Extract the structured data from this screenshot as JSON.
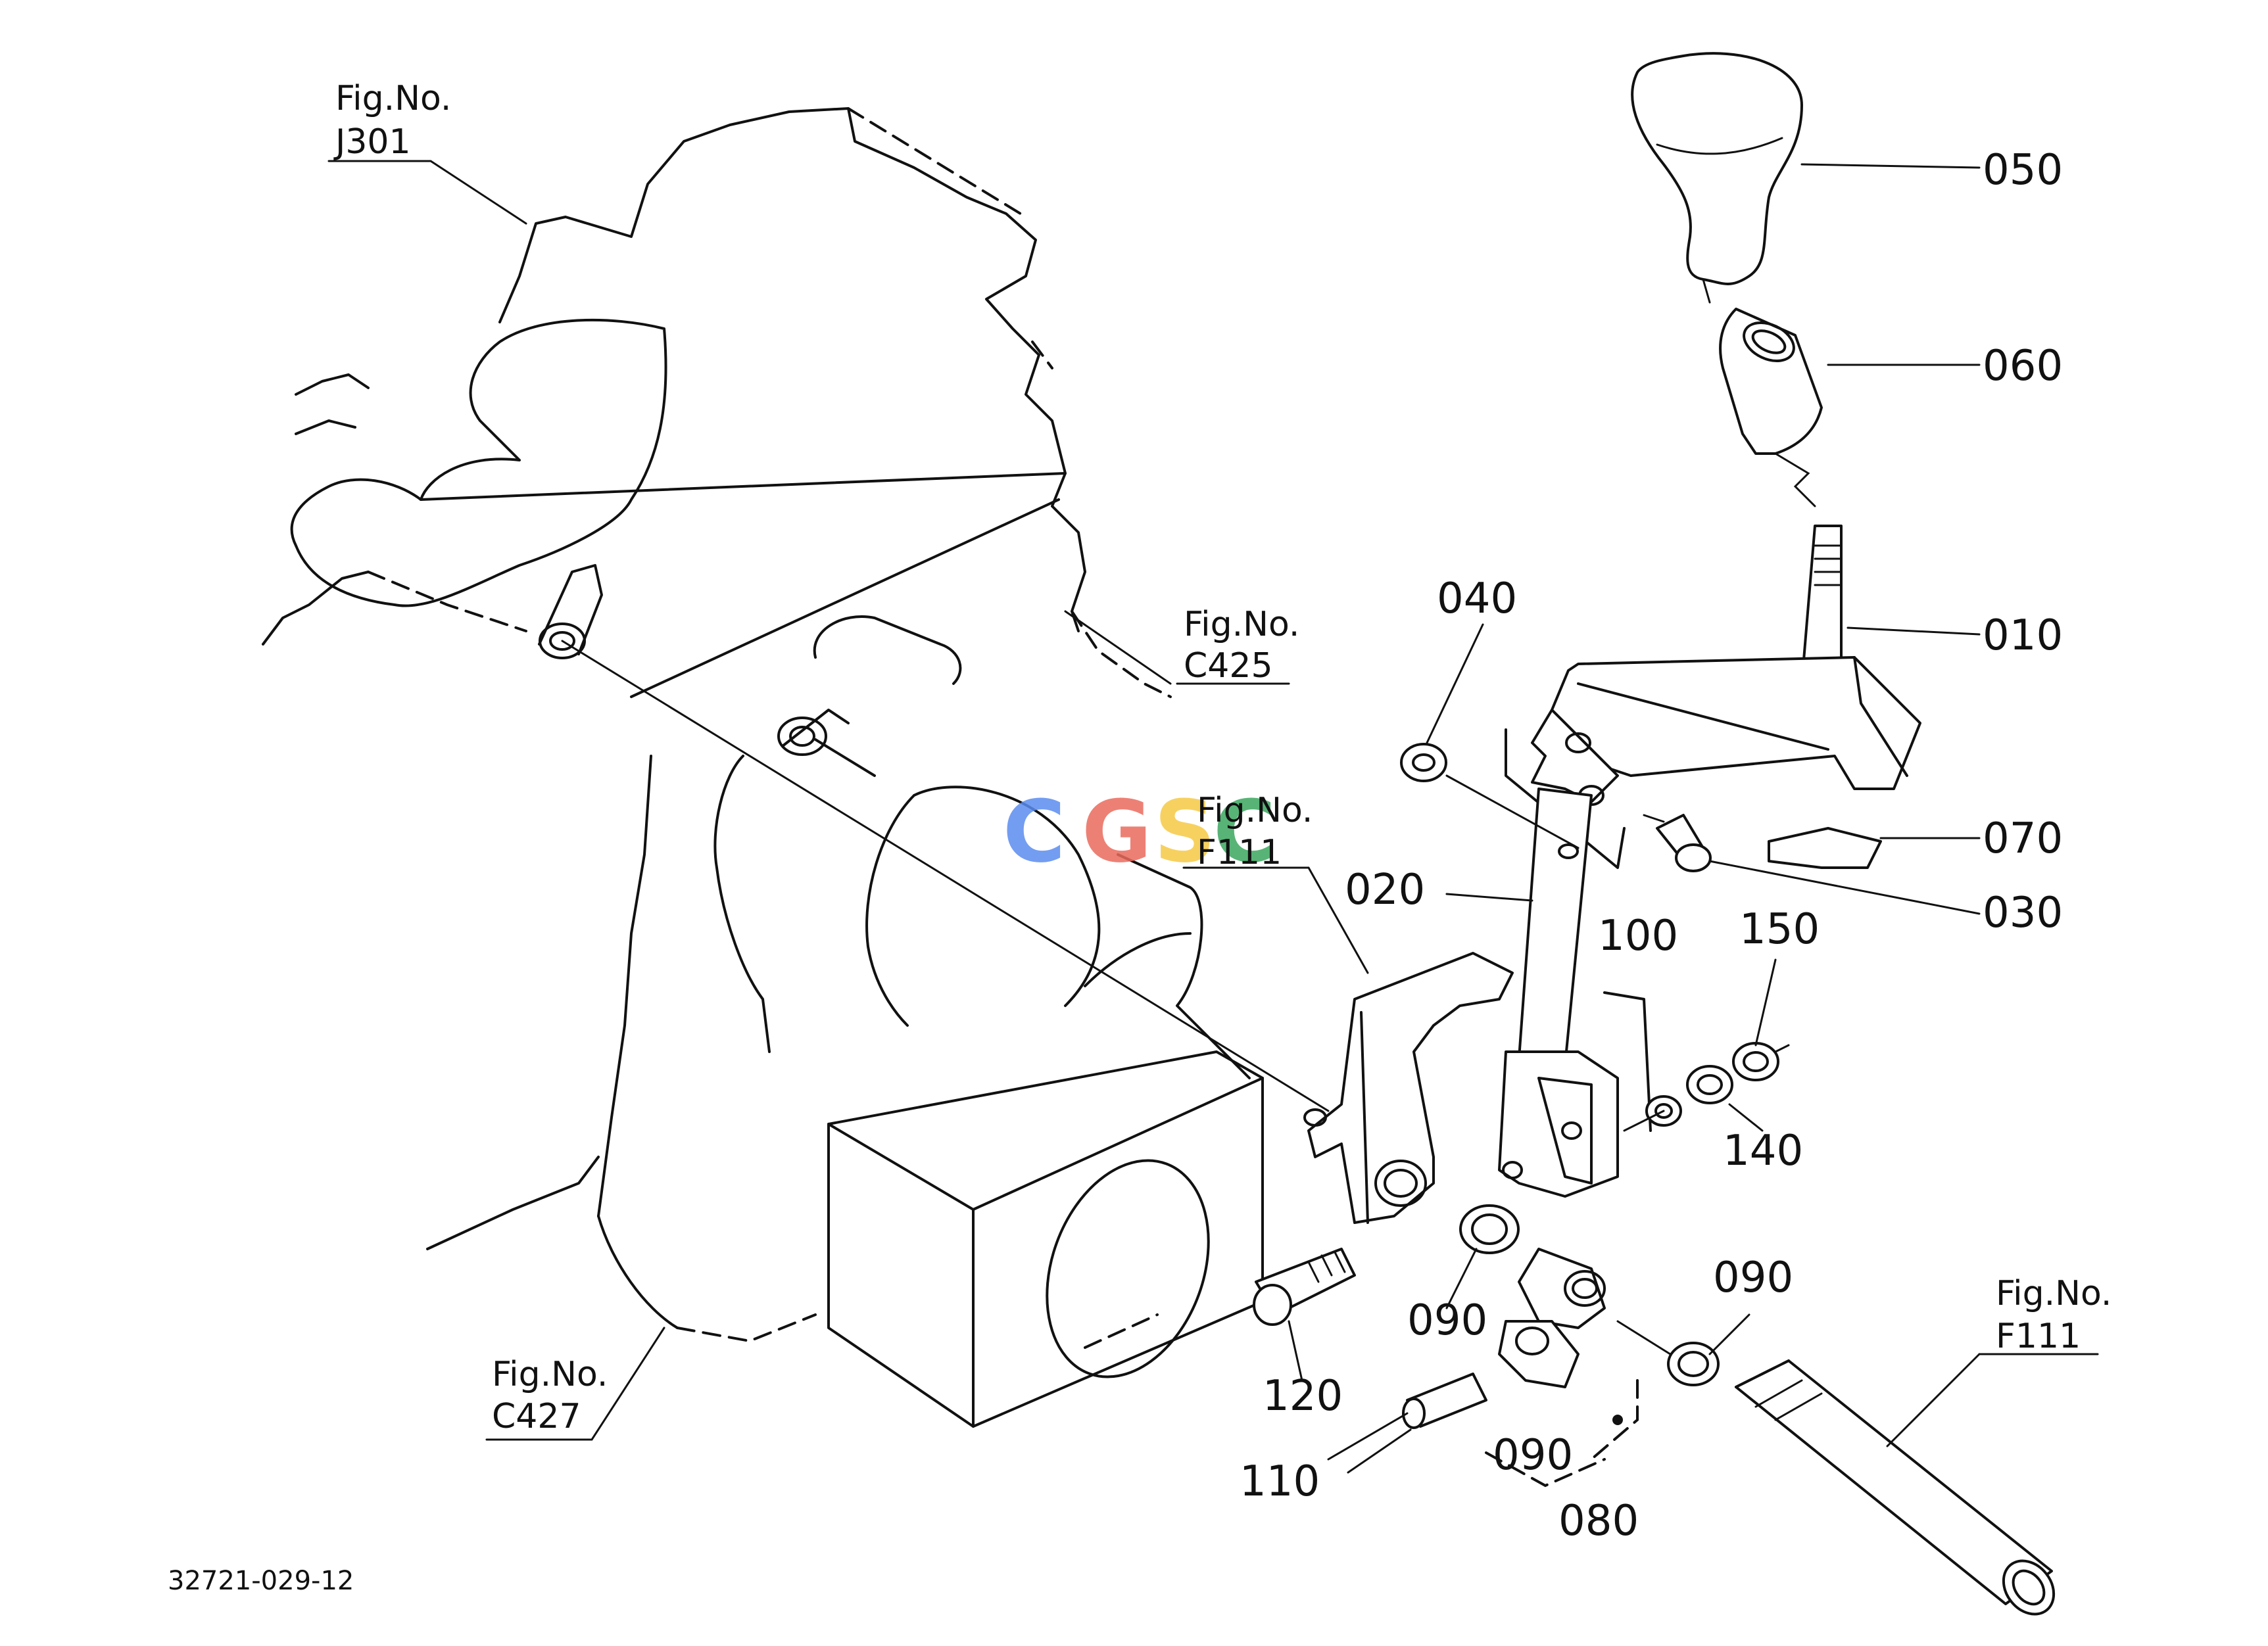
{
  "drawing_number": "32721-029-12",
  "watermark": {
    "letters": [
      "C",
      "G",
      "S",
      "C"
    ],
    "colors": [
      "#5b8def",
      "#ea6b5e",
      "#f6c945",
      "#3aa85f"
    ]
  },
  "figure_references": [
    {
      "id": "j301",
      "line1": "Fig.No.",
      "line2": "J301"
    },
    {
      "id": "c425",
      "line1": "Fig.No.",
      "line2": "C425"
    },
    {
      "id": "f111-center",
      "line1": "Fig.No.",
      "line2": "F111"
    },
    {
      "id": "c427",
      "line1": "Fig.No.",
      "line2": "C427"
    },
    {
      "id": "f111-right",
      "line1": "Fig.No.",
      "line2": "F111"
    }
  ],
  "part_labels": [
    {
      "id": "050",
      "text": "050"
    },
    {
      "id": "060",
      "text": "060"
    },
    {
      "id": "010",
      "text": "010"
    },
    {
      "id": "040",
      "text": "040"
    },
    {
      "id": "070",
      "text": "070"
    },
    {
      "id": "020",
      "text": "020"
    },
    {
      "id": "030",
      "text": "030"
    },
    {
      "id": "100",
      "text": "100"
    },
    {
      "id": "150",
      "text": "150"
    },
    {
      "id": "140",
      "text": "140"
    },
    {
      "id": "090a",
      "text": "090"
    },
    {
      "id": "090b",
      "text": "090"
    },
    {
      "id": "120",
      "text": "120"
    },
    {
      "id": "090c",
      "text": "090"
    },
    {
      "id": "110",
      "text": "110"
    },
    {
      "id": "080",
      "text": "080"
    }
  ]
}
